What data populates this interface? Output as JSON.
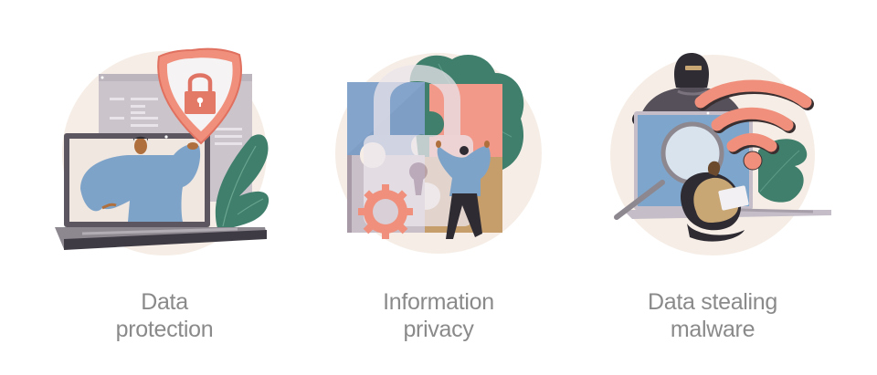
{
  "palette": {
    "background": "#ffffff",
    "blob": "#f6eee6",
    "coral": "#f0907c",
    "coral_dark": "#e0705f",
    "teal": "#3f7f6c",
    "teal_light": "#5a9a86",
    "blue": "#7da3c9",
    "blue_dark": "#6d8fb8",
    "gray_window": "#cfc8cd",
    "laptop": "#5b5660",
    "skin": "#b0703d",
    "ink": "#2e2b33",
    "tan": "#c9a774",
    "caption_text": "#8a8a8a"
  },
  "panels": [
    {
      "id": "data-protection",
      "icon": "shield-lock-laptop-illustration",
      "caption": {
        "line1": "Data",
        "line2": "protection"
      }
    },
    {
      "id": "information-privacy",
      "icon": "puzzle-padlock-illustration",
      "caption": {
        "line1": "Information",
        "line2": "privacy"
      }
    },
    {
      "id": "data-stealing-malware",
      "icon": "hacker-wifi-magnifier-illustration",
      "caption": {
        "line1": "Data stealing",
        "line2": "malware"
      }
    }
  ]
}
